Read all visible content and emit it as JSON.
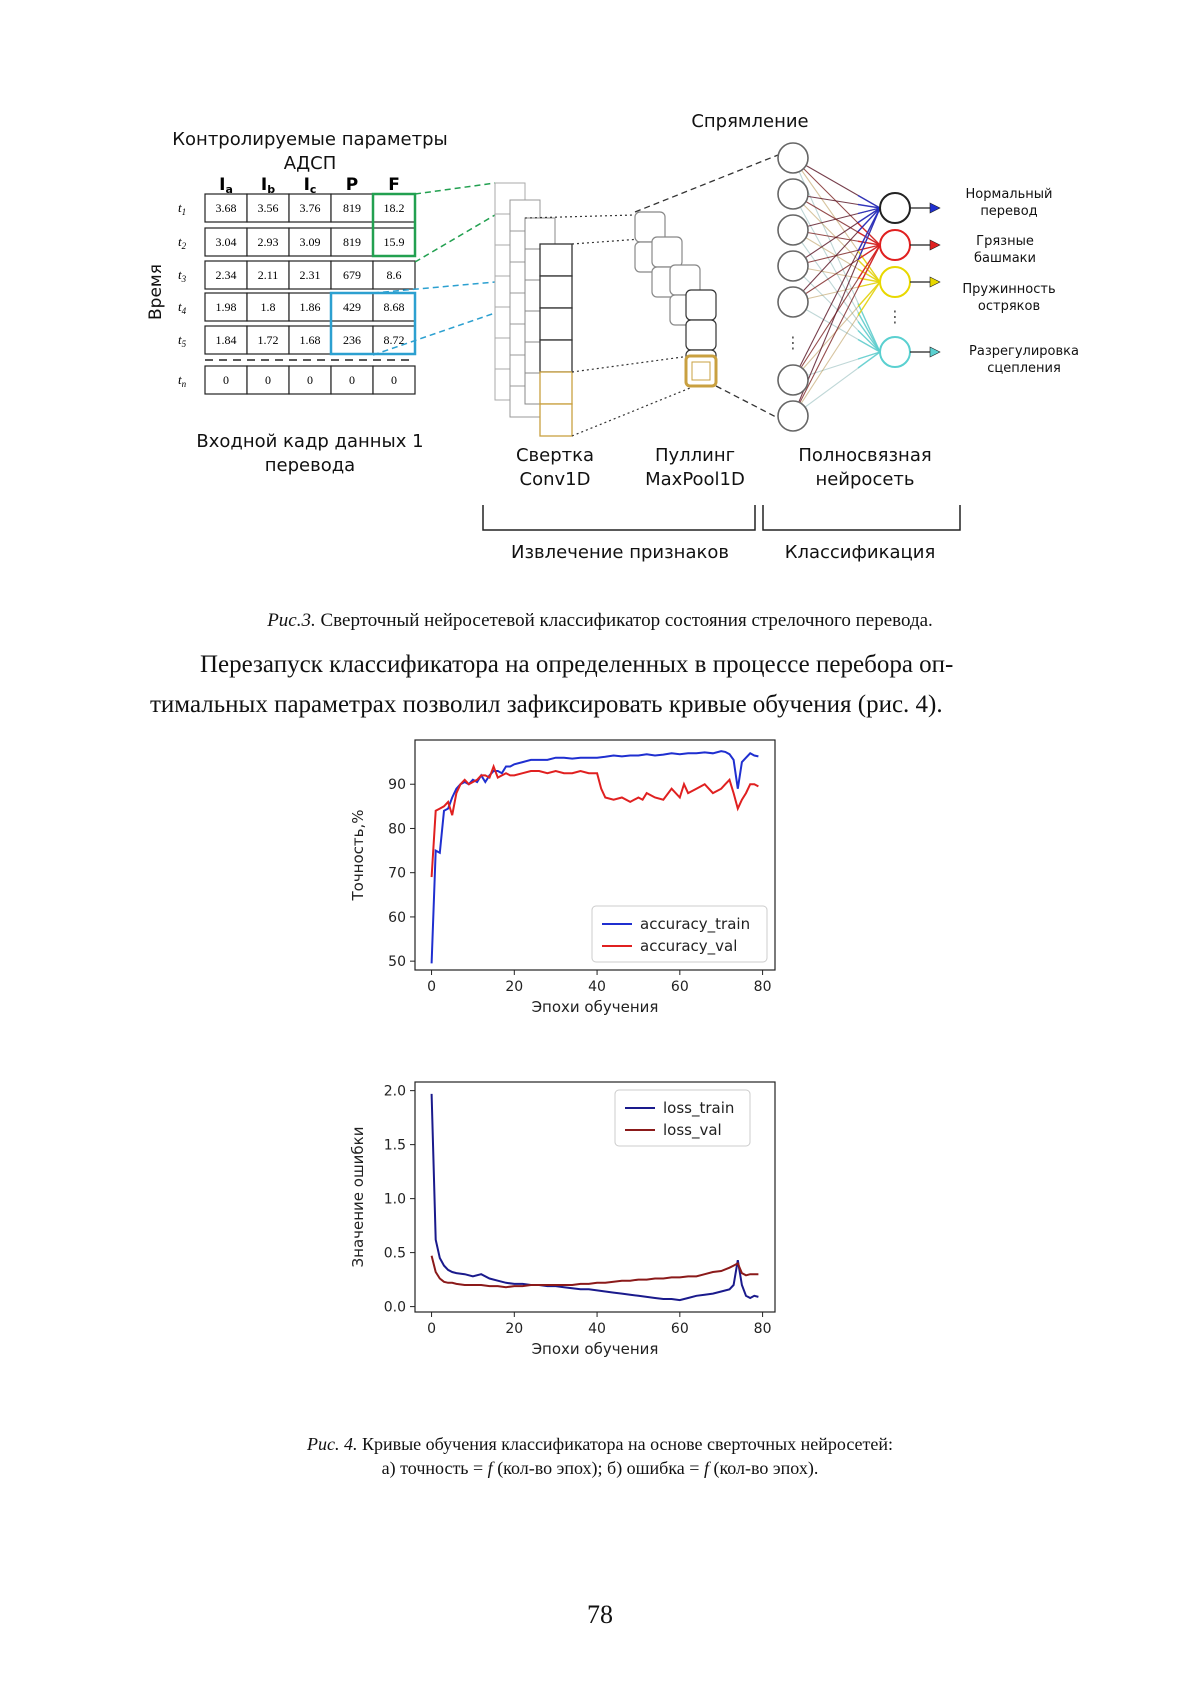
{
  "figure3": {
    "table_title": "Контролируемые параметры АДСП",
    "columns": [
      "I",
      "I",
      "I",
      "P",
      "F"
    ],
    "column_subscripts": [
      "a",
      "b",
      "c",
      "",
      ""
    ],
    "row_axis_label": "Время",
    "row_labels": [
      "t",
      "t",
      "t",
      "t",
      "t",
      "t"
    ],
    "row_subscripts": [
      "1",
      "2",
      "3",
      "4",
      "5",
      "n"
    ],
    "rows": [
      [
        "3.68",
        "3.56",
        "3.76",
        "819",
        "18.2"
      ],
      [
        "3.04",
        "2.93",
        "3.09",
        "819",
        "15.9"
      ],
      [
        "2.34",
        "2.11",
        "2.31",
        "679",
        "8.6"
      ],
      [
        "1.98",
        "1.8",
        "1.86",
        "429",
        "8.68"
      ],
      [
        "1.84",
        "1.72",
        "1.68",
        "236",
        "8.72"
      ],
      [
        "0",
        "0",
        "0",
        "0",
        "0"
      ]
    ],
    "input_label": "Входной кадр данных 1 перевода",
    "flatten_label": "Спрямление",
    "conv_label": "Свертка Conv1D",
    "pool_label": "Пуллинг MaxPool1D",
    "dense_label": "Полносвязная нейросеть",
    "feature_label": "Извлечение признаков",
    "class_label": "Классификация",
    "outputs": [
      "Нормальный перевод",
      "Грязные башмаки",
      "Пружинность остряков",
      "Разрегулировка сцепления"
    ],
    "output_colors": [
      "#1f2fd0",
      "#e02020",
      "#e8d800",
      "#5ad0d0"
    ],
    "caption_prefix": "Рис.3.",
    "caption_text": "Сверточный нейросетевой классификатор состояния стрелочного перевода."
  },
  "paragraph": {
    "line1": "Перезапуск классификатора на определенных в процессе перебора оп-",
    "line2": "тимальных параметрах позволил зафиксировать кривые обучения (рис. 4)."
  },
  "chart_data": [
    {
      "type": "line",
      "panel_label": "а)",
      "xlabel": "Эпохи обучения",
      "ylabel": "Точность,%",
      "xlim": [
        -4,
        83
      ],
      "ylim": [
        48,
        100
      ],
      "xticks": [
        0,
        20,
        40,
        60,
        80
      ],
      "yticks": [
        50,
        60,
        70,
        80,
        90
      ],
      "legend_position": "lower-right",
      "series": [
        {
          "name": "accuracy_train",
          "color": "#1f2fd0",
          "x": [
            0,
            1,
            2,
            3,
            4,
            5,
            6,
            7,
            8,
            9,
            10,
            11,
            12,
            13,
            14,
            15,
            16,
            17,
            18,
            19,
            20,
            22,
            24,
            26,
            28,
            30,
            32,
            34,
            36,
            38,
            40,
            42,
            44,
            46,
            48,
            50,
            52,
            54,
            56,
            58,
            60,
            62,
            64,
            66,
            68,
            70,
            71,
            72,
            73,
            74,
            75,
            76,
            77,
            78,
            79
          ],
          "y": [
            49.5,
            75,
            74.5,
            84,
            84.5,
            87,
            89,
            90,
            90.5,
            90,
            91,
            90.5,
            92,
            90.5,
            92,
            93,
            93,
            92.5,
            94,
            94,
            94.5,
            95,
            95.5,
            95.5,
            95.5,
            96,
            96,
            95.8,
            96,
            96,
            96,
            96.2,
            96.5,
            96.3,
            96.5,
            96.5,
            96.8,
            96.5,
            96.7,
            97,
            96.8,
            97,
            97,
            97.2,
            97,
            97.5,
            97.3,
            96.8,
            95.5,
            89,
            95,
            96,
            97,
            96.5,
            96.3
          ]
        },
        {
          "name": "accuracy_val",
          "color": "#e02020",
          "x": [
            0,
            1,
            2,
            3,
            4,
            5,
            6,
            7,
            8,
            9,
            10,
            11,
            12,
            13,
            14,
            15,
            16,
            17,
            18,
            19,
            20,
            22,
            24,
            26,
            28,
            30,
            32,
            34,
            36,
            38,
            40,
            41,
            42,
            44,
            46,
            48,
            50,
            51,
            52,
            54,
            56,
            58,
            60,
            61,
            62,
            64,
            66,
            68,
            70,
            71,
            72,
            73,
            74,
            75,
            76,
            77,
            78,
            79
          ],
          "y": [
            69,
            84,
            84.5,
            85,
            86,
            83,
            88,
            90,
            91,
            90,
            90.5,
            91,
            92,
            92,
            91.5,
            94,
            91.5,
            92,
            92.5,
            92,
            92,
            92.5,
            93,
            93,
            92.5,
            93,
            92.5,
            92.5,
            93,
            92.5,
            92.5,
            89,
            87,
            86.5,
            87,
            86,
            87,
            86.5,
            88,
            87,
            86.5,
            89,
            87,
            90,
            88,
            89,
            90,
            88,
            89,
            90,
            91,
            88,
            84.5,
            86.5,
            88,
            90,
            90,
            89.5
          ]
        }
      ]
    },
    {
      "type": "line",
      "panel_label": "б)",
      "xlabel": "Эпохи обучения",
      "ylabel": "Значение ошибки",
      "xlim": [
        -4,
        83
      ],
      "ylim": [
        -0.05,
        2.08
      ],
      "xticks": [
        0,
        20,
        40,
        60,
        80
      ],
      "yticks": [
        0.0,
        0.5,
        1.0,
        1.5,
        2.0
      ],
      "ytick_labels": [
        "0.0",
        "0.5",
        "1.0",
        "1.5",
        "2.0"
      ],
      "legend_position": "top-right",
      "series": [
        {
          "name": "loss_train",
          "color": "#1a1a8c",
          "x": [
            0,
            1,
            2,
            3,
            4,
            5,
            6,
            8,
            10,
            12,
            14,
            16,
            18,
            20,
            22,
            24,
            26,
            28,
            30,
            32,
            34,
            36,
            38,
            40,
            42,
            44,
            46,
            48,
            50,
            52,
            54,
            56,
            58,
            60,
            62,
            64,
            66,
            68,
            70,
            72,
            73,
            74,
            75,
            76,
            77,
            78,
            79
          ],
          "y": [
            1.97,
            0.62,
            0.45,
            0.38,
            0.34,
            0.32,
            0.31,
            0.3,
            0.28,
            0.3,
            0.26,
            0.24,
            0.22,
            0.21,
            0.21,
            0.2,
            0.2,
            0.19,
            0.19,
            0.18,
            0.17,
            0.16,
            0.16,
            0.15,
            0.14,
            0.13,
            0.12,
            0.11,
            0.1,
            0.09,
            0.08,
            0.07,
            0.07,
            0.06,
            0.08,
            0.1,
            0.11,
            0.12,
            0.14,
            0.16,
            0.2,
            0.43,
            0.2,
            0.1,
            0.08,
            0.1,
            0.09
          ]
        },
        {
          "name": "loss_val",
          "color": "#8b1a1a",
          "x": [
            0,
            1,
            2,
            3,
            4,
            5,
            6,
            8,
            10,
            12,
            14,
            16,
            18,
            20,
            22,
            24,
            26,
            28,
            30,
            32,
            34,
            36,
            38,
            40,
            42,
            44,
            46,
            48,
            50,
            52,
            54,
            56,
            58,
            60,
            62,
            64,
            66,
            68,
            70,
            72,
            73,
            74,
            75,
            76,
            77,
            78,
            79
          ],
          "y": [
            0.47,
            0.32,
            0.26,
            0.23,
            0.22,
            0.22,
            0.21,
            0.2,
            0.2,
            0.2,
            0.19,
            0.19,
            0.18,
            0.19,
            0.19,
            0.2,
            0.2,
            0.2,
            0.2,
            0.2,
            0.2,
            0.21,
            0.21,
            0.22,
            0.22,
            0.23,
            0.24,
            0.24,
            0.25,
            0.25,
            0.26,
            0.26,
            0.27,
            0.27,
            0.28,
            0.28,
            0.3,
            0.32,
            0.33,
            0.36,
            0.38,
            0.4,
            0.31,
            0.29,
            0.3,
            0.3,
            0.3
          ]
        }
      ]
    }
  ],
  "figure4": {
    "caption_prefix": "Рис. 4.",
    "caption_line1": "Кривые обучения классификатора на основе сверточных нейросетей:",
    "caption_line2_a": "а) точность = ",
    "caption_f": "f",
    "caption_line2_b": " (кол-во эпох); б) ошибка = ",
    "caption_line2_c": " (кол-во эпох)."
  },
  "page_number": "78"
}
